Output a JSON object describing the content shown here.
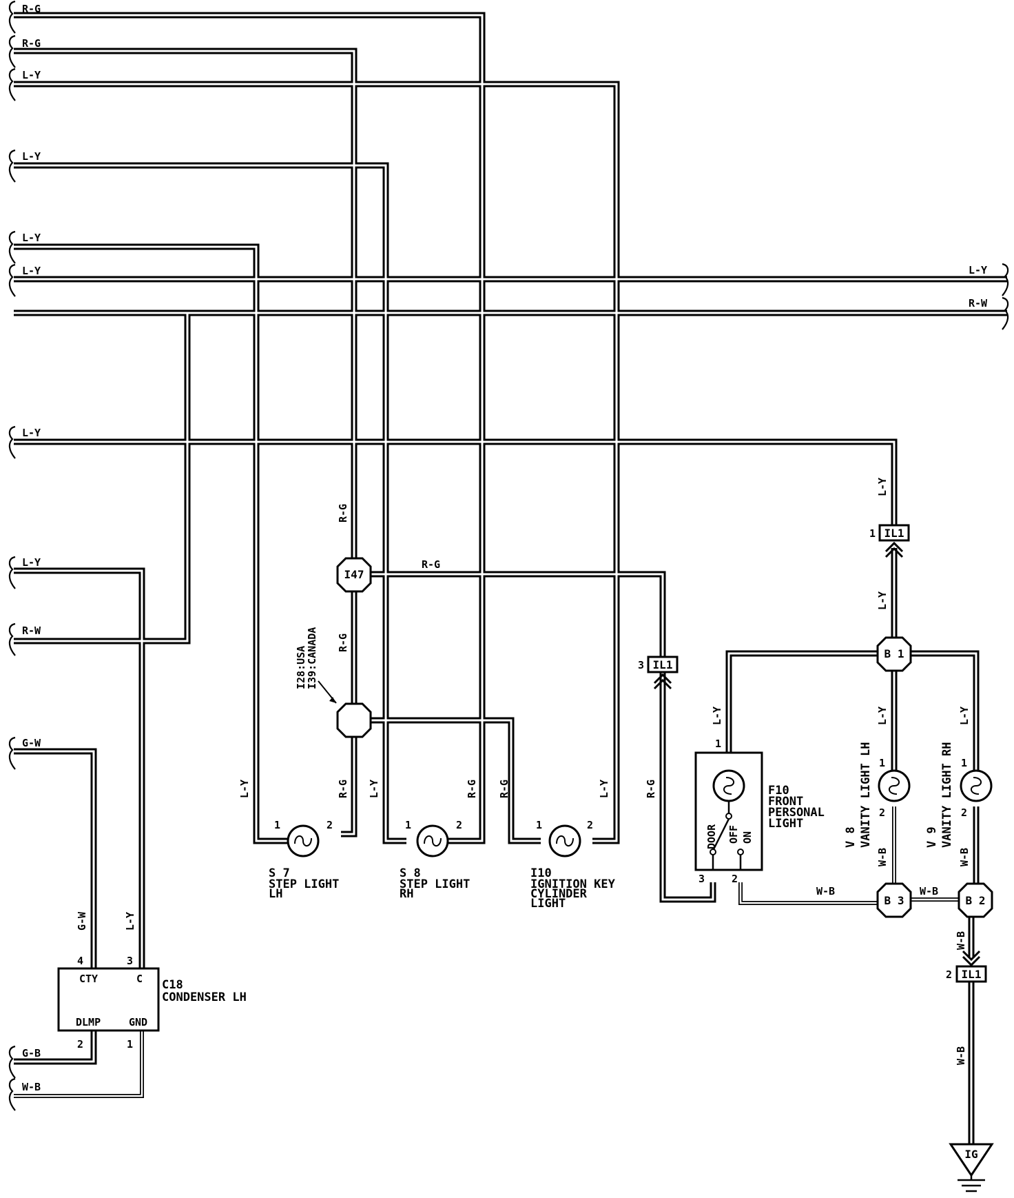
{
  "wire_codes": {
    "rg": "R-G",
    "ly": "L-Y",
    "rw": "R-W",
    "gw": "G-W",
    "gb": "G-B",
    "wb": "W-B"
  },
  "junctions": {
    "i47": "I47",
    "ib": "B 1",
    "b3": "B 3",
    "b2": "B 2",
    "il1_top": "IL1",
    "il1_mid": "IL1",
    "il1_bot": "IL1",
    "ig": "IG"
  },
  "pins": {
    "s7_1": "1",
    "s7_2": "2",
    "s8_1": "1",
    "s8_2": "2",
    "i10_1": "1",
    "i10_2": "2",
    "c18_4": "4",
    "c18_3": "3",
    "c18_2": "2",
    "c18_1": "1",
    "f10_1": "1",
    "f10_3": "3",
    "f10_2": "2",
    "v8_1": "1",
    "v8_2": "2",
    "v9_1": "1",
    "v9_2": "2",
    "il1_top": "1",
    "il1_mid": "3",
    "il1_bot": "2"
  },
  "connector_note": {
    "line1": "I28:USA",
    "line2": "I39:CANADA"
  },
  "components": {
    "s7": {
      "code": "S 7",
      "name1": "STEP LIGHT",
      "name2": "LH"
    },
    "s8": {
      "code": "S 8",
      "name1": "STEP LIGHT",
      "name2": "RH"
    },
    "i10": {
      "code": "I10",
      "name1": "IGNITION KEY",
      "name2": "CYLINDER",
      "name3": "LIGHT"
    },
    "c18": {
      "code": "C18",
      "name1": "CONDENSER LH",
      "t_cty": "CTY",
      "t_c": "C",
      "t_dlmp": "DLMP",
      "t_gnd": "GND"
    },
    "f10": {
      "code": "F10",
      "name1": "FRONT",
      "name2": "PERSONAL",
      "name3": "LIGHT",
      "sw_door": "DOOR",
      "sw_off": "OFF",
      "sw_on": "ON"
    },
    "v8": {
      "code": "V 8",
      "name1": "VANITY LIGHT LH"
    },
    "v9": {
      "code": "V 9",
      "name1": "VANITY LIGHT RH"
    }
  }
}
